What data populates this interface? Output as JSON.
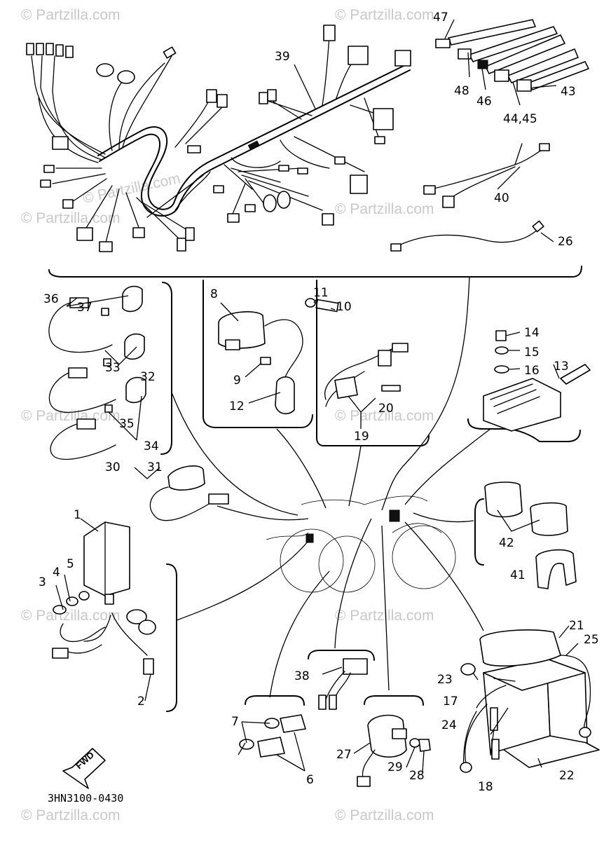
{
  "diagram": {
    "drawing_code": "3HN3100-0430",
    "fwd_label": "FWD",
    "watermark": "© Partzilla.com",
    "callouts": {
      "c1": "1",
      "c2": "2",
      "c3": "3",
      "c4": "4",
      "c5": "5",
      "c6": "6",
      "c7": "7",
      "c8": "8",
      "c9": "9",
      "c10": "10",
      "c11": "11",
      "c12": "12",
      "c13": "13",
      "c14": "14",
      "c15": "15",
      "c16": "16",
      "c17": "17",
      "c18": "18",
      "c19": "19",
      "c20": "20",
      "c21": "21",
      "c22": "22",
      "c23": "23",
      "c24": "24",
      "c25": "25",
      "c26": "26",
      "c27": "27",
      "c28": "28",
      "c29": "29",
      "c30": "30",
      "c31": "31",
      "c32": "32",
      "c33": "33",
      "c34": "34",
      "c35": "35",
      "c36": "36",
      "c37": "37",
      "c38": "38",
      "c39": "39",
      "c40": "40",
      "c41": "41",
      "c42": "42",
      "c43": "43",
      "c4445": "44,45",
      "c46": "46",
      "c47": "47",
      "c48": "48"
    }
  }
}
